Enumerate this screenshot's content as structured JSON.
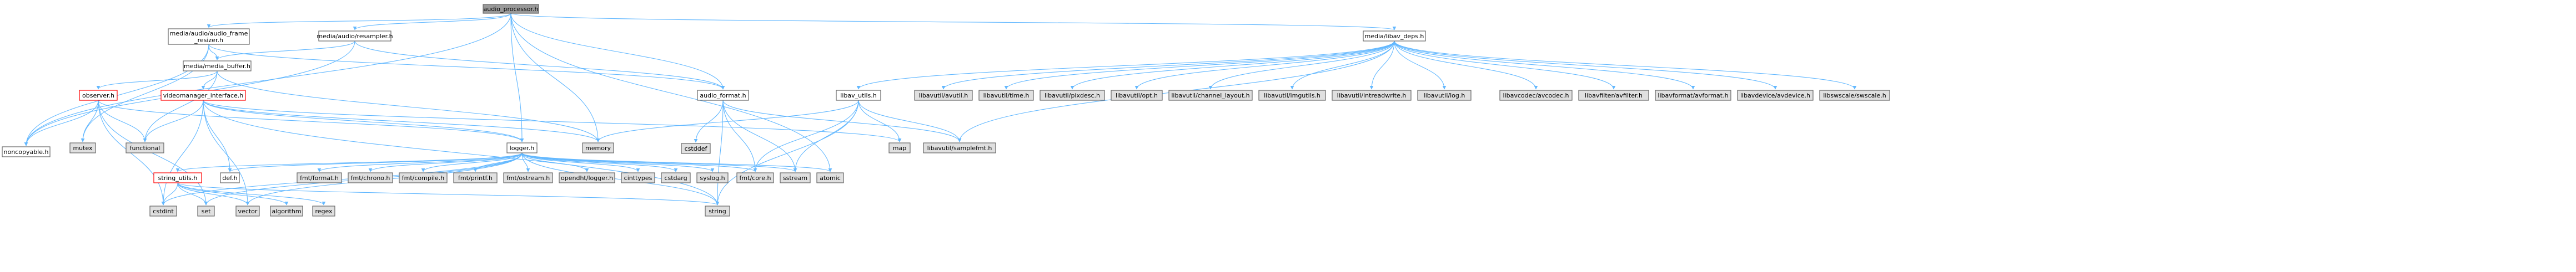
{
  "colors": {
    "root_fill": "#999999",
    "header_fill": "#ffffff",
    "system_fill": "#e0e0e0",
    "node_stroke": "#666666",
    "undocumented_stroke": "#ff0000",
    "edge": "#63b8ff"
  },
  "nodes": [
    {
      "id": "audio_processor",
      "label": "audio_processor.h",
      "kind": "root"
    },
    {
      "id": "frame_resizer",
      "label": "media/audio/audio_frame\n_resizer.h",
      "kind": "header"
    },
    {
      "id": "resampler",
      "label": "media/audio/resampler.h",
      "kind": "header"
    },
    {
      "id": "libav_deps",
      "label": "media/libav_deps.h",
      "kind": "header"
    },
    {
      "id": "media_buffer",
      "label": "media/media_buffer.h",
      "kind": "header"
    },
    {
      "id": "audio_format",
      "label": "audio_format.h",
      "kind": "header"
    },
    {
      "id": "libav_utils",
      "label": "libav_utils.h",
      "kind": "header"
    },
    {
      "id": "observer",
      "label": "observer.h",
      "kind": "undocumented"
    },
    {
      "id": "videomanager",
      "label": "videomanager_interface.h",
      "kind": "undocumented"
    },
    {
      "id": "noncopyable",
      "label": "noncopyable.h",
      "kind": "header"
    },
    {
      "id": "mutex",
      "label": "mutex",
      "kind": "system"
    },
    {
      "id": "functional",
      "label": "functional",
      "kind": "system"
    },
    {
      "id": "logger",
      "label": "logger.h",
      "kind": "header"
    },
    {
      "id": "memory",
      "label": "memory",
      "kind": "system"
    },
    {
      "id": "map",
      "label": "map",
      "kind": "system"
    },
    {
      "id": "cstddef",
      "label": "cstddef",
      "kind": "system"
    },
    {
      "id": "samplefmt",
      "label": "libavutil/samplefmt.h",
      "kind": "system"
    },
    {
      "id": "avutil",
      "label": "libavutil/avutil.h",
      "kind": "system"
    },
    {
      "id": "time",
      "label": "libavutil/time.h",
      "kind": "system"
    },
    {
      "id": "pixdesc",
      "label": "libavutil/pixdesc.h",
      "kind": "system"
    },
    {
      "id": "opt",
      "label": "libavutil/opt.h",
      "kind": "system"
    },
    {
      "id": "channel_layout",
      "label": "libavutil/channel_layout.h",
      "kind": "system"
    },
    {
      "id": "imgutils",
      "label": "libavutil/imgutils.h",
      "kind": "system"
    },
    {
      "id": "intreadwrite",
      "label": "libavutil/intreadwrite.h",
      "kind": "system"
    },
    {
      "id": "log",
      "label": "libavutil/log.h",
      "kind": "system"
    },
    {
      "id": "avcodec",
      "label": "libavcodec/avcodec.h",
      "kind": "system"
    },
    {
      "id": "avfilter",
      "label": "libavfilter/avfilter.h",
      "kind": "system"
    },
    {
      "id": "avformat",
      "label": "libavformat/avformat.h",
      "kind": "system"
    },
    {
      "id": "avdevice",
      "label": "libavdevice/avdevice.h",
      "kind": "system"
    },
    {
      "id": "swscale",
      "label": "libswscale/swscale.h",
      "kind": "system"
    },
    {
      "id": "def",
      "label": "def.h",
      "kind": "header"
    },
    {
      "id": "string_utils",
      "label": "string_utils.h",
      "kind": "undocumented"
    },
    {
      "id": "fmt_format",
      "label": "fmt/format.h",
      "kind": "system"
    },
    {
      "id": "fmt_chrono",
      "label": "fmt/chrono.h",
      "kind": "system"
    },
    {
      "id": "fmt_compile",
      "label": "fmt/compile.h",
      "kind": "system"
    },
    {
      "id": "fmt_printf",
      "label": "fmt/printf.h",
      "kind": "system"
    },
    {
      "id": "fmt_ostream",
      "label": "fmt/ostream.h",
      "kind": "system"
    },
    {
      "id": "opendht_logger",
      "label": "opendht/logger.h",
      "kind": "system"
    },
    {
      "id": "cinttypes",
      "label": "cinttypes",
      "kind": "system"
    },
    {
      "id": "cstdarg",
      "label": "cstdarg",
      "kind": "system"
    },
    {
      "id": "syslog",
      "label": "syslog.h",
      "kind": "system"
    },
    {
      "id": "fmt_core",
      "label": "fmt/core.h",
      "kind": "system"
    },
    {
      "id": "sstream",
      "label": "sstream",
      "kind": "system"
    },
    {
      "id": "atomic",
      "label": "atomic",
      "kind": "system"
    },
    {
      "id": "cstdint",
      "label": "cstdint",
      "kind": "system"
    },
    {
      "id": "set",
      "label": "set",
      "kind": "system"
    },
    {
      "id": "vector",
      "label": "vector",
      "kind": "system"
    },
    {
      "id": "algorithm",
      "label": "algorithm",
      "kind": "system"
    },
    {
      "id": "regex",
      "label": "regex",
      "kind": "system"
    },
    {
      "id": "string",
      "label": "string",
      "kind": "system"
    }
  ],
  "edges": [
    [
      "audio_processor",
      "frame_resizer"
    ],
    [
      "audio_processor",
      "resampler"
    ],
    [
      "audio_processor",
      "libav_deps"
    ],
    [
      "audio_processor",
      "audio_format"
    ],
    [
      "audio_processor",
      "noncopyable"
    ],
    [
      "audio_processor",
      "logger"
    ],
    [
      "audio_processor",
      "memory"
    ],
    [
      "audio_processor",
      "atomic"
    ],
    [
      "frame_resizer",
      "media_buffer"
    ],
    [
      "frame_resizer",
      "audio_format"
    ],
    [
      "frame_resizer",
      "noncopyable"
    ],
    [
      "frame_resizer",
      "mutex"
    ],
    [
      "resampler",
      "media_buffer"
    ],
    [
      "resampler",
      "audio_format"
    ],
    [
      "resampler",
      "noncopyable"
    ],
    [
      "media_buffer",
      "observer"
    ],
    [
      "media_buffer",
      "videomanager"
    ],
    [
      "media_buffer",
      "memory"
    ],
    [
      "media_buffer",
      "functional"
    ],
    [
      "observer",
      "noncopyable"
    ],
    [
      "observer",
      "mutex"
    ],
    [
      "observer",
      "functional"
    ],
    [
      "observer",
      "logger"
    ],
    [
      "observer",
      "cstdint"
    ],
    [
      "observer",
      "set"
    ],
    [
      "videomanager",
      "functional"
    ],
    [
      "videomanager",
      "logger"
    ],
    [
      "videomanager",
      "memory"
    ],
    [
      "videomanager",
      "map"
    ],
    [
      "videomanager",
      "cstdint"
    ],
    [
      "videomanager",
      "vector"
    ],
    [
      "videomanager",
      "def"
    ],
    [
      "videomanager",
      "string"
    ],
    [
      "audio_format",
      "cstddef"
    ],
    [
      "audio_format",
      "samplefmt"
    ],
    [
      "audio_format",
      "fmt_core"
    ],
    [
      "audio_format",
      "sstream"
    ],
    [
      "audio_format",
      "string"
    ],
    [
      "libav_deps",
      "libav_utils"
    ],
    [
      "libav_deps",
      "avutil"
    ],
    [
      "libav_deps",
      "time"
    ],
    [
      "libav_deps",
      "pixdesc"
    ],
    [
      "libav_deps",
      "opt"
    ],
    [
      "libav_deps",
      "channel_layout"
    ],
    [
      "libav_deps",
      "imgutils"
    ],
    [
      "libav_deps",
      "intreadwrite"
    ],
    [
      "libav_deps",
      "log"
    ],
    [
      "libav_deps",
      "samplefmt"
    ],
    [
      "libav_deps",
      "avcodec"
    ],
    [
      "libav_deps",
      "avfilter"
    ],
    [
      "libav_deps",
      "avformat"
    ],
    [
      "libav_deps",
      "avdevice"
    ],
    [
      "libav_deps",
      "swscale"
    ],
    [
      "libav_utils",
      "samplefmt"
    ],
    [
      "libav_utils",
      "map"
    ],
    [
      "libav_utils",
      "memory"
    ],
    [
      "libav_utils",
      "string"
    ],
    [
      "libav_utils",
      "fmt_core"
    ],
    [
      "libav_utils",
      "sstream"
    ],
    [
      "logger",
      "def"
    ],
    [
      "logger",
      "string_utils"
    ],
    [
      "logger",
      "fmt_format"
    ],
    [
      "logger",
      "fmt_chrono"
    ],
    [
      "logger",
      "fmt_compile"
    ],
    [
      "logger",
      "fmt_printf"
    ],
    [
      "logger",
      "fmt_ostream"
    ],
    [
      "logger",
      "opendht_logger"
    ],
    [
      "logger",
      "cinttypes"
    ],
    [
      "logger",
      "cstdarg"
    ],
    [
      "logger",
      "syslog"
    ],
    [
      "logger",
      "fmt_core"
    ],
    [
      "logger",
      "sstream"
    ],
    [
      "logger",
      "atomic"
    ],
    [
      "logger",
      "string"
    ],
    [
      "logger",
      "vector"
    ],
    [
      "logger",
      "set"
    ],
    [
      "logger",
      "cstdint"
    ],
    [
      "string_utils",
      "cstdint"
    ],
    [
      "string_utils",
      "set"
    ],
    [
      "string_utils",
      "vector"
    ],
    [
      "string_utils",
      "algorithm"
    ],
    [
      "string_utils",
      "regex"
    ],
    [
      "string_utils",
      "string"
    ]
  ]
}
